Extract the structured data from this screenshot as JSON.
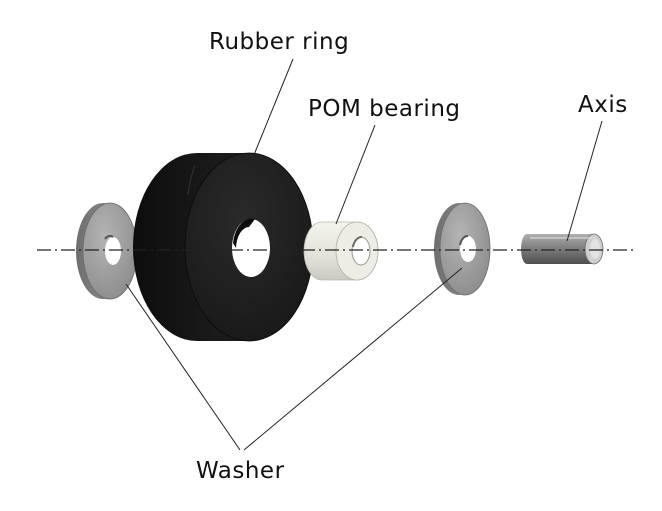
{
  "labels": {
    "rubber_ring": "Rubber ring",
    "pom_bearing": "POM bearing",
    "axis": "Axis",
    "washer": "Washer"
  },
  "colors": {
    "rubber": "#1c1c1c",
    "pom": "#ecece4",
    "washer": "#8e8e8e",
    "axis_pin": "#7d7d7d",
    "line": "#222222"
  }
}
